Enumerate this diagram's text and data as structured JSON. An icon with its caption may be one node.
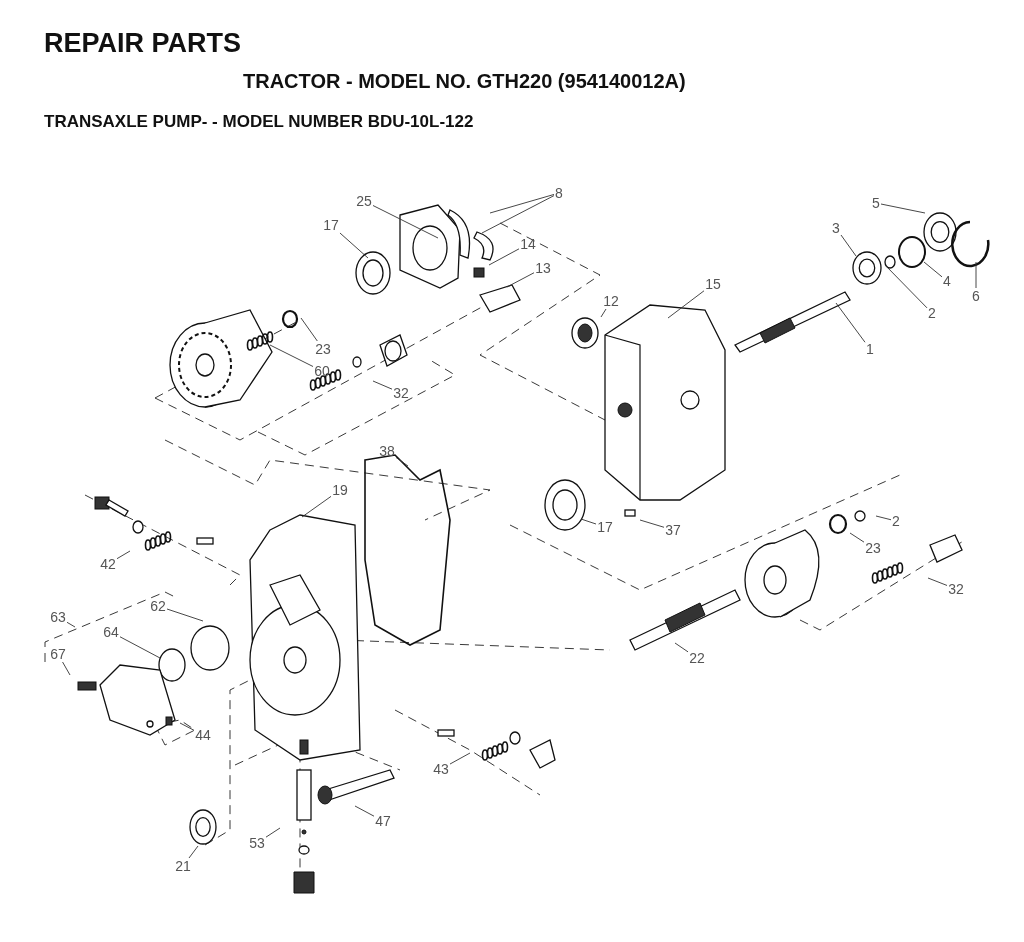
{
  "diagram": {
    "title": "REPAIR PARTS",
    "nodes": [
      {
        "text": [
          "8"
        ]
      },
      {
        "text": [
          "25"
        ]
      },
      {
        "text": [
          "17"
        ]
      },
      {
        "text": [
          "14"
        ]
      },
      {
        "text": [
          "13"
        ]
      },
      {
        "text": [
          "5"
        ]
      },
      {
        "text": [
          "3"
        ]
      },
      {
        "text": [
          "6"
        ]
      },
      {
        "text": [
          "4"
        ]
      },
      {
        "text": [
          "2"
        ]
      },
      {
        "text": [
          "15"
        ]
      },
      {
        "text": [
          "12"
        ]
      },
      {
        "text": [
          "1"
        ]
      },
      {
        "text": [
          "23"
        ]
      },
      {
        "text": [
          "60"
        ]
      },
      {
        "text": [
          "32"
        ]
      },
      {
        "text": [
          "38"
        ]
      },
      {
        "text": [
          "19"
        ]
      },
      {
        "text": [
          "17"
        ]
      },
      {
        "text": [
          "37"
        ]
      },
      {
        "text": [
          "2"
        ]
      },
      {
        "text": [
          "23"
        ]
      },
      {
        "text": [
          "42"
        ]
      },
      {
        "text": [
          "32"
        ]
      },
      {
        "text": [
          "63"
        ]
      },
      {
        "text": [
          "62"
        ]
      },
      {
        "text": [
          "64"
        ]
      },
      {
        "text": [
          "67"
        ]
      },
      {
        "text": [
          "22"
        ]
      },
      {
        "text": [
          "44"
        ]
      },
      {
        "text": [
          "43"
        ]
      },
      {
        "text": [
          "47"
        ]
      },
      {
        "text": [
          "53"
        ]
      },
      {
        "text": [
          "21"
        ]
      }
    ],
    "edges": [
      {
        "from": 0,
        "to": null,
        "arrow": "none"
      },
      {
        "from": 0,
        "to": null,
        "arrow": "none"
      },
      {
        "from": 1,
        "to": null,
        "arrow": "none"
      },
      {
        "from": 2,
        "to": null,
        "arrow": "none"
      },
      {
        "from": 3,
        "to": null,
        "arrow": "none"
      },
      {
        "from": 4,
        "to": null,
        "arrow": "none"
      },
      {
        "from": 5,
        "to": null,
        "arrow": "none"
      },
      {
        "from": 6,
        "to": null,
        "arrow": "none"
      },
      {
        "from": 7,
        "to": null,
        "arrow": "none"
      },
      {
        "from": 8,
        "to": null,
        "arrow": "none"
      },
      {
        "from": 9,
        "to": null,
        "arrow": "none"
      },
      {
        "from": 10,
        "to": null,
        "arrow": "none"
      },
      {
        "from": 11,
        "to": null,
        "arrow": "none"
      },
      {
        "from": 12,
        "to": null,
        "arrow": "none"
      },
      {
        "from": 13,
        "to": null,
        "arrow": "none"
      },
      {
        "from": 14,
        "to": null,
        "arrow": "none"
      },
      {
        "from": 15,
        "to": null,
        "arrow": "none"
      },
      {
        "from": 16,
        "to": null,
        "arrow": "none"
      },
      {
        "from": 17,
        "to": null,
        "arrow": "none"
      },
      {
        "from": 18,
        "to": null,
        "arrow": "none"
      },
      {
        "from": 19,
        "to": null,
        "arrow": "none"
      },
      {
        "from": 20,
        "to": null,
        "arrow": "none"
      },
      {
        "from": 21,
        "to": null,
        "arrow": "none"
      },
      {
        "from": 22,
        "to": null,
        "arrow": "none"
      },
      {
        "from": 23,
        "to": null,
        "arrow": "none"
      },
      {
        "from": 24,
        "to": null,
        "arrow": "none"
      },
      {
        "from": 25,
        "to": null,
        "arrow": "none"
      },
      {
        "from": 26,
        "to": null,
        "arrow": "none"
      },
      {
        "from": 27,
        "to": null,
        "arrow": "none"
      },
      {
        "from": 28,
        "to": null,
        "arrow": "none"
      },
      {
        "from": 29,
        "to": null,
        "arrow": "none"
      },
      {
        "from": 30,
        "to": null,
        "arrow": "none"
      },
      {
        "from": 31,
        "to": null,
        "arrow": "none"
      },
      {
        "from": 32,
        "to": null,
        "arrow": "none"
      },
      {
        "from": 33,
        "to": null,
        "arrow": "none"
      }
    ],
    "labels": [
      "TRACTOR - MODEL NO. GTH220 (954140012A)",
      "TRANSAXLE PUMP- - MODEL NUMBER BDU-10L-122"
    ]
  }
}
